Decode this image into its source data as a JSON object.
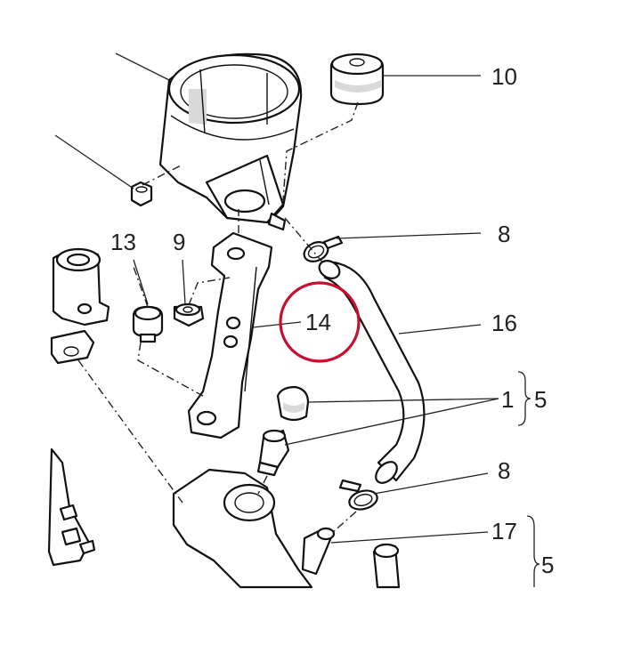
{
  "diagram": {
    "callouts": [
      {
        "id": "c10",
        "label": "10"
      },
      {
        "id": "c8a",
        "label": "8"
      },
      {
        "id": "c13",
        "label": "13"
      },
      {
        "id": "c9",
        "label": "9"
      },
      {
        "id": "c14",
        "label": "14"
      },
      {
        "id": "c16",
        "label": "16"
      },
      {
        "id": "c1",
        "label": "1"
      },
      {
        "id": "c5a",
        "label": "5"
      },
      {
        "id": "c8b",
        "label": "8"
      },
      {
        "id": "c17",
        "label": "17"
      },
      {
        "id": "c5b",
        "label": "5"
      }
    ],
    "highlight_color": "#c8102e"
  }
}
